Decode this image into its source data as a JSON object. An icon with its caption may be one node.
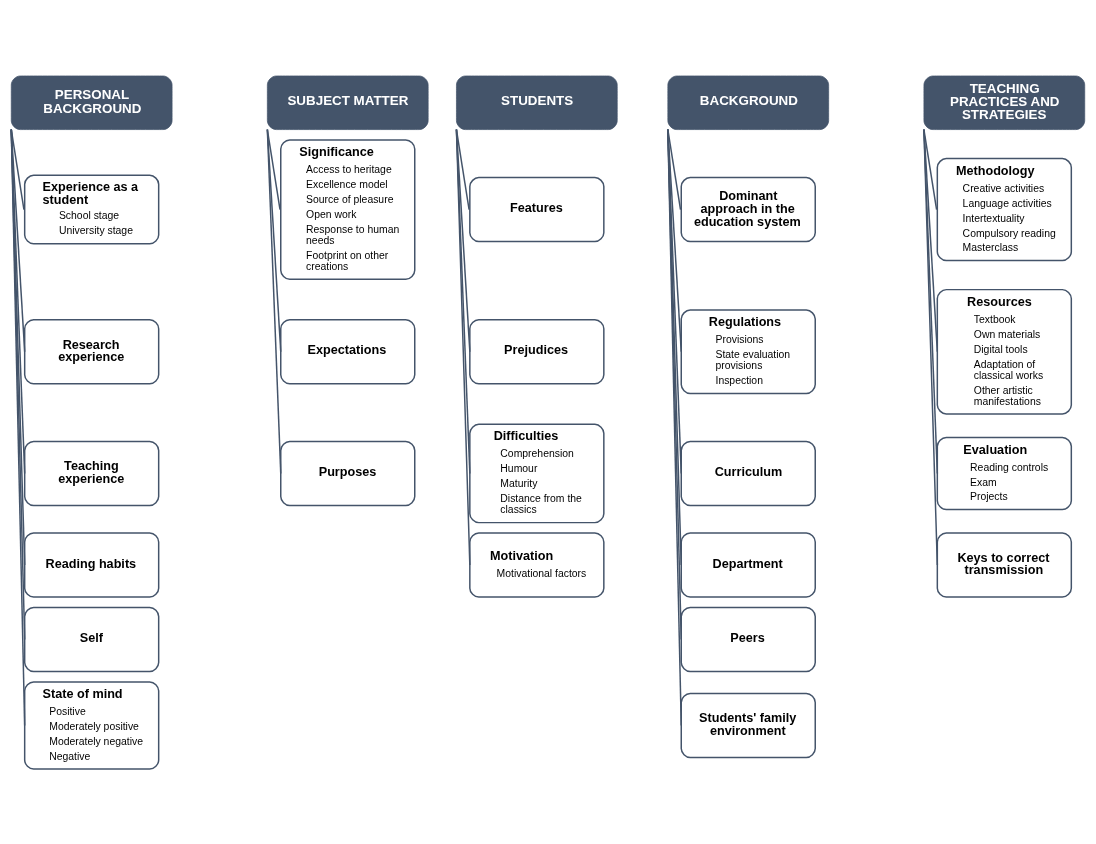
{
  "diagram": {
    "nodes": [
      {
        "text": [
          "PERSONAL BACKGROUND"
        ]
      },
      {
        "text": [
          "Experience as a student",
          "School stage",
          "University stage"
        ]
      },
      {
        "text": [
          "Research experience"
        ]
      },
      {
        "text": [
          "Teaching experience"
        ]
      },
      {
        "text": [
          "Reading habits"
        ]
      },
      {
        "text": [
          "Self"
        ]
      },
      {
        "text": [
          "State of mind",
          "Positive",
          "Moderately positive",
          "Moderately negative",
          "Negative"
        ]
      },
      {
        "text": [
          "SUBJECT MATTER"
        ]
      },
      {
        "text": [
          "Significance",
          "Access to heritage",
          "Excellence model",
          "Source of pleasure",
          "Open work",
          "Response to human needs",
          "Footprint on other creations"
        ]
      },
      {
        "text": [
          "Expectations"
        ]
      },
      {
        "text": [
          "Purposes"
        ]
      },
      {
        "text": [
          "STUDENTS"
        ]
      },
      {
        "text": [
          "Features"
        ]
      },
      {
        "text": [
          "Prejudices"
        ]
      },
      {
        "text": [
          "Difficulties",
          "Comprehension",
          "Humour",
          "Maturity",
          "Distance from the classics"
        ]
      },
      {
        "text": [
          "Motivation",
          "Motivational factors"
        ]
      },
      {
        "text": [
          "BACKGROUND"
        ]
      },
      {
        "text": [
          "Dominant approach in the education system"
        ]
      },
      {
        "text": [
          "Regulations",
          "Provisions",
          "State evaluation provisions",
          "Inspection"
        ]
      },
      {
        "text": [
          "Curriculum"
        ]
      },
      {
        "text": [
          "Department"
        ]
      },
      {
        "text": [
          "Peers"
        ]
      },
      {
        "text": [
          "Students' family environment"
        ]
      },
      {
        "text": [
          "TEACHING PRACTICES AND STRATEGIES"
        ]
      },
      {
        "text": [
          "Methodology",
          "Creative activities",
          "Language activities",
          "Intertextuality",
          "Compulsory reading",
          "Masterclass"
        ]
      },
      {
        "text": [
          "Resources",
          "Textbook",
          "Own materials",
          "Digital tools",
          "Adaptation of classical works",
          "Other artistic manifestations"
        ]
      },
      {
        "text": [
          "Evaluation",
          "Reading controls",
          "Exam",
          "Projects"
        ]
      },
      {
        "text": [
          "Keys to correct transmission"
        ]
      }
    ],
    "edges": [
      {
        "from": 0,
        "to": 1,
        "arrow": "none"
      },
      {
        "from": 0,
        "to": 2,
        "arrow": "none"
      },
      {
        "from": 0,
        "to": 3,
        "arrow": "none"
      },
      {
        "from": 0,
        "to": 4,
        "arrow": "none"
      },
      {
        "from": 0,
        "to": 5,
        "arrow": "none"
      },
      {
        "from": 0,
        "to": 6,
        "arrow": "none"
      },
      {
        "from": 7,
        "to": 8,
        "arrow": "none"
      },
      {
        "from": 7,
        "to": 9,
        "arrow": "none"
      },
      {
        "from": 7,
        "to": 10,
        "arrow": "none"
      },
      {
        "from": 11,
        "to": 12,
        "arrow": "none"
      },
      {
        "from": 11,
        "to": 13,
        "arrow": "none"
      },
      {
        "from": 11,
        "to": 14,
        "arrow": "none"
      },
      {
        "from": 11,
        "to": 15,
        "arrow": "none"
      },
      {
        "from": 16,
        "to": 17,
        "arrow": "none"
      },
      {
        "from": 16,
        "to": 18,
        "arrow": "none"
      },
      {
        "from": 16,
        "to": 19,
        "arrow": "none"
      },
      {
        "from": 16,
        "to": 20,
        "arrow": "none"
      },
      {
        "from": 16,
        "to": 21,
        "arrow": "none"
      },
      {
        "from": 16,
        "to": 22,
        "arrow": "none"
      },
      {
        "from": 23,
        "to": 24,
        "arrow": "none"
      },
      {
        "from": 23,
        "to": 25,
        "arrow": "none"
      },
      {
        "from": 23,
        "to": 26,
        "arrow": "none"
      },
      {
        "from": 23,
        "to": 27,
        "arrow": "none"
      }
    ]
  }
}
